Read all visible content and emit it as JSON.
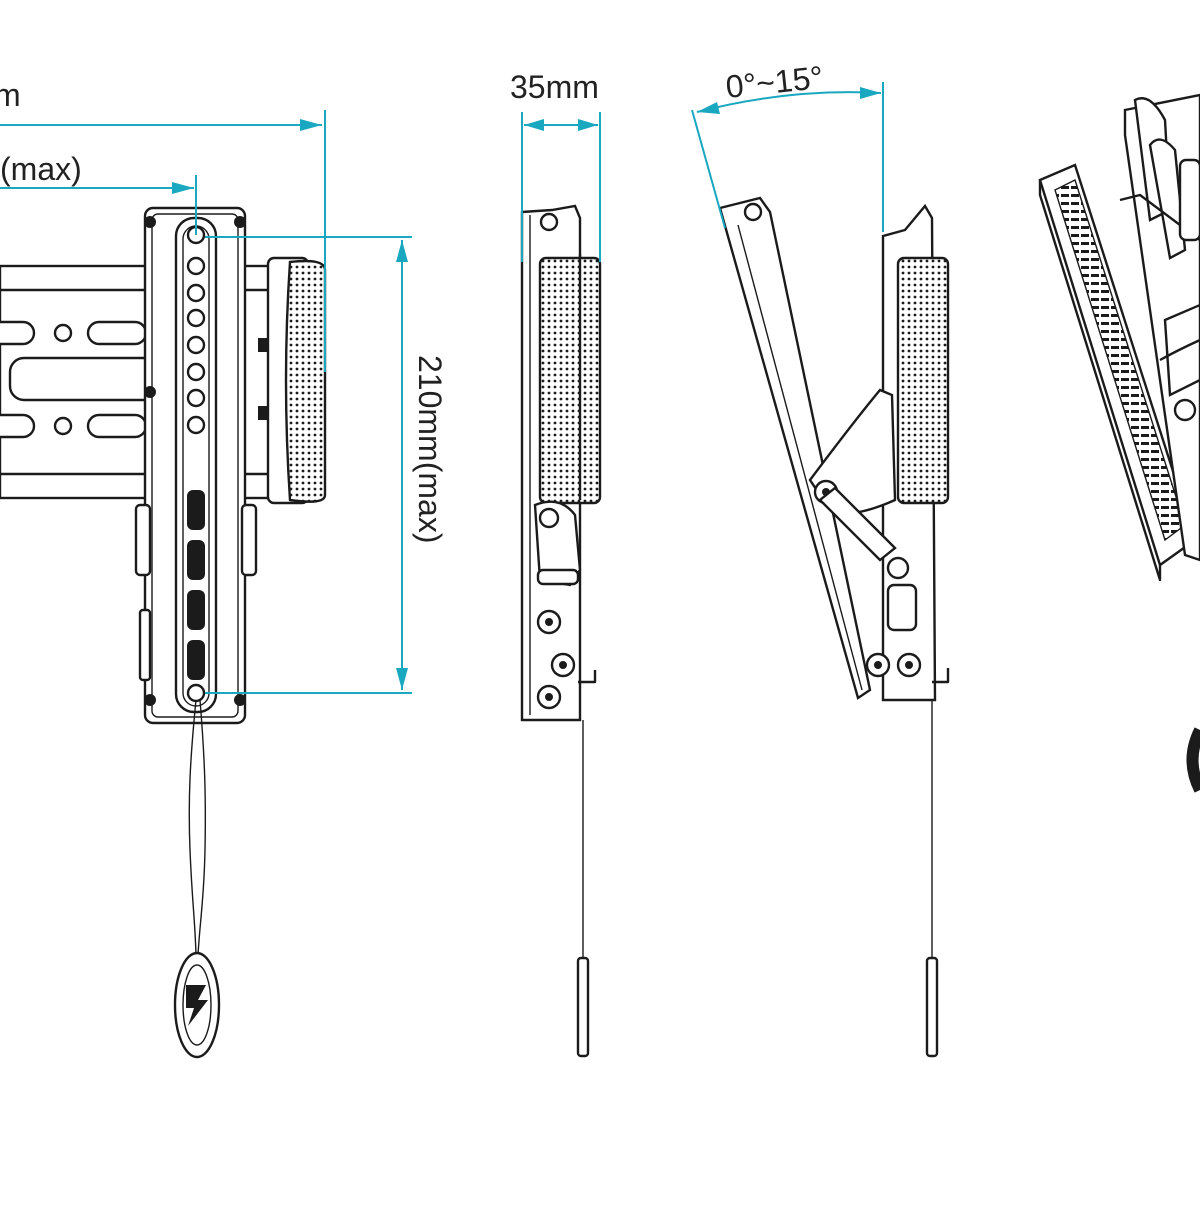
{
  "dimensions": {
    "top_width_partial": "m",
    "top_max_partial": "(max)",
    "vertical_span": "210mm(max)",
    "depth": "35mm",
    "tilt_range": "0°~15°"
  },
  "colors": {
    "dimension_line": "#1aa7c0",
    "line_art": "#1b1b1b",
    "background": "#ffffff"
  },
  "icons": {
    "pull_tag": "brand-logo-tag-icon"
  }
}
